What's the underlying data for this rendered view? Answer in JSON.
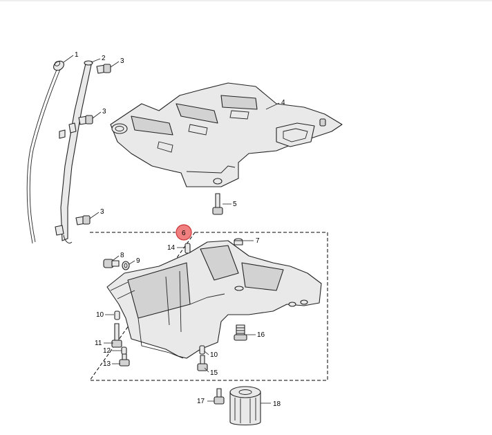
{
  "callouts": [
    {
      "key": "c1",
      "label": "1"
    },
    {
      "key": "c2",
      "label": "2"
    },
    {
      "key": "c3a",
      "label": "3"
    },
    {
      "key": "c3b",
      "label": "3"
    },
    {
      "key": "c3c",
      "label": "3"
    },
    {
      "key": "c4",
      "label": "4"
    },
    {
      "key": "c5",
      "label": "5"
    },
    {
      "key": "c6",
      "label": "6"
    },
    {
      "key": "c7",
      "label": "7"
    },
    {
      "key": "c8",
      "label": "8"
    },
    {
      "key": "c9",
      "label": "9"
    },
    {
      "key": "c10a",
      "label": "10"
    },
    {
      "key": "c10b",
      "label": "10"
    },
    {
      "key": "c11",
      "label": "11"
    },
    {
      "key": "c12",
      "label": "12"
    },
    {
      "key": "c13",
      "label": "13"
    },
    {
      "key": "c14",
      "label": "14"
    },
    {
      "key": "c15",
      "label": "15"
    },
    {
      "key": "c16",
      "label": "16"
    },
    {
      "key": "c17",
      "label": "17"
    },
    {
      "key": "c18",
      "label": "18"
    }
  ],
  "colors": {
    "highlight_fill": "#f08080",
    "highlight_stroke": "#cc3333",
    "line": "#222222"
  }
}
